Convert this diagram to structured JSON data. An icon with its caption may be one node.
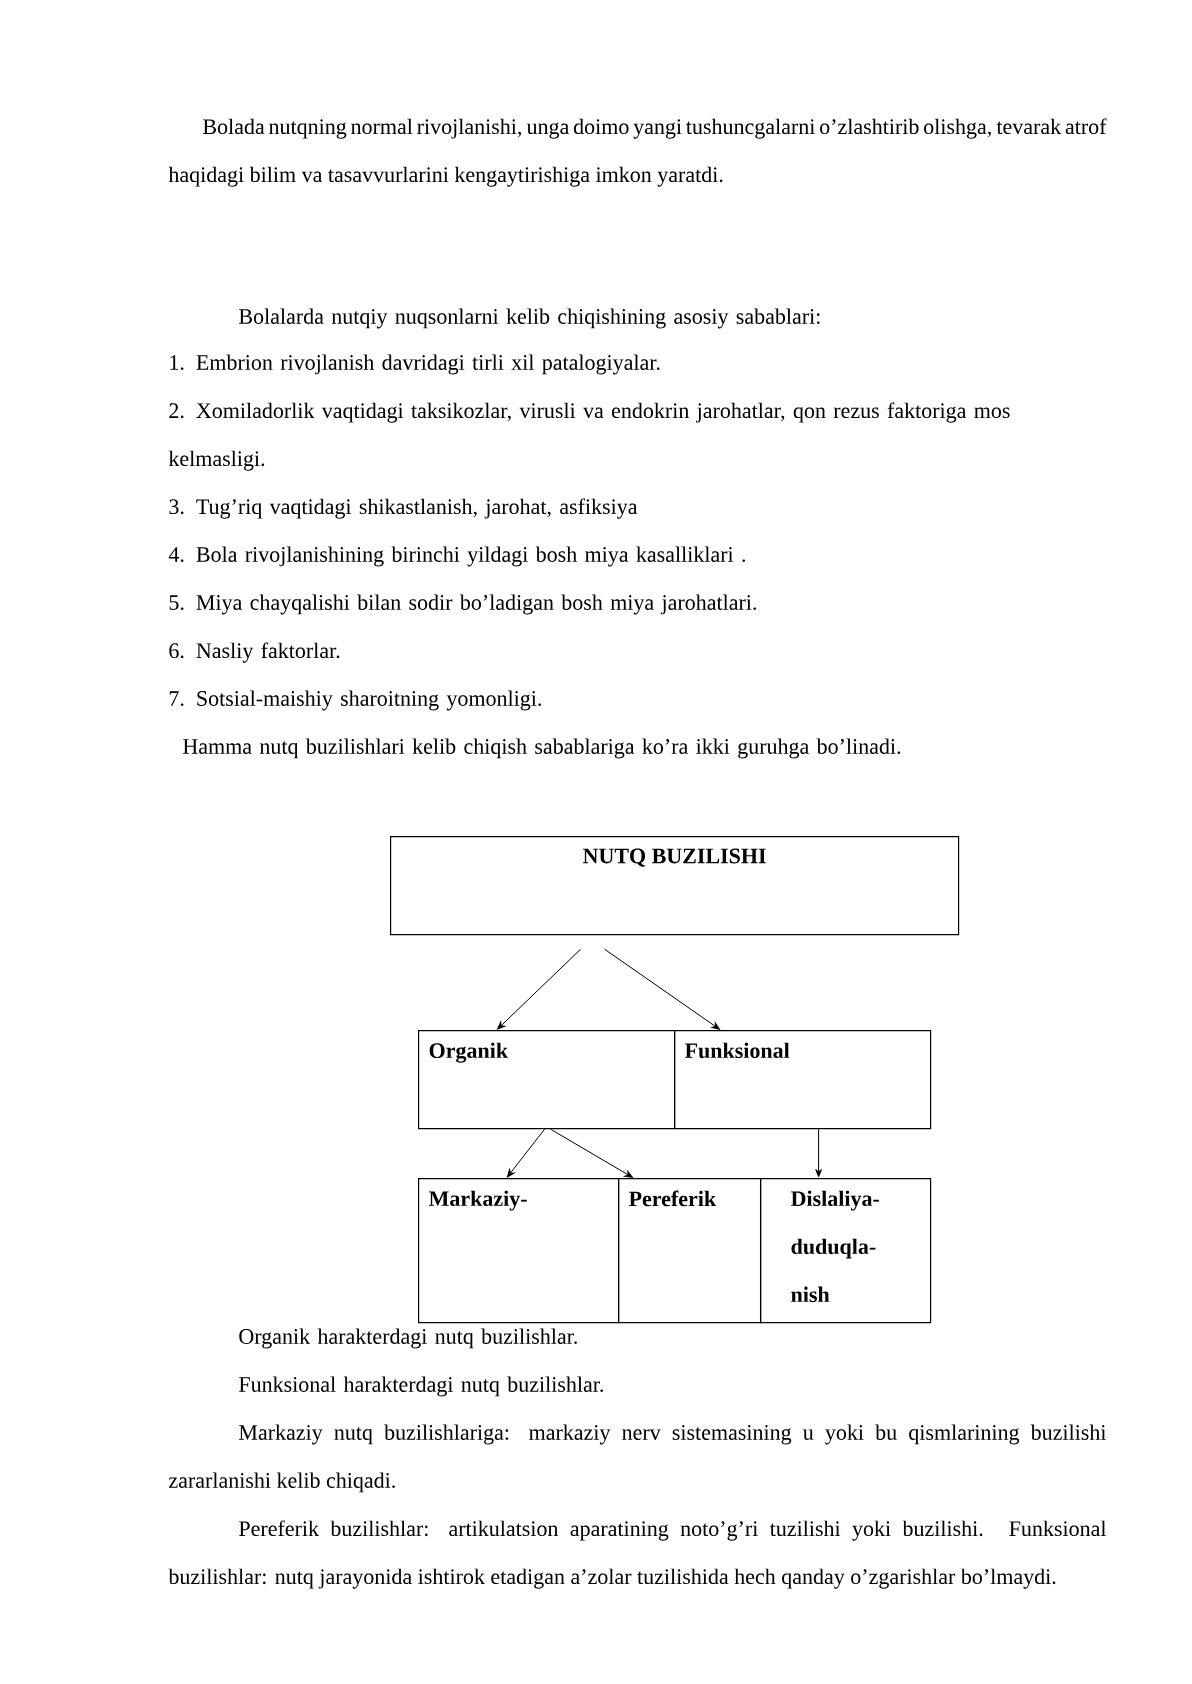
{
  "diagram": {
    "nodes": [
      {
        "text": [
          "NUTQ BUZILISHI"
        ]
      },
      {
        "text": [
          "Organik"
        ]
      },
      {
        "text": [
          "Funksional"
        ]
      },
      {
        "text": [
          "Markaziy-"
        ]
      },
      {
        "text": [
          "Pereferik"
        ]
      },
      {
        "text": [
          "Dislaliya- duduqla- nish"
        ]
      }
    ],
    "edges": [
      {
        "from": 0,
        "to": 1,
        "arrow": "to"
      },
      {
        "from": 0,
        "to": 2,
        "arrow": "to"
      },
      {
        "from": 1,
        "to": 3,
        "arrow": "to"
      },
      {
        "from": 1,
        "to": 4,
        "arrow": "to"
      },
      {
        "from": 2,
        "to": 5,
        "arrow": "to"
      }
    ],
    "labels": [
      "Bolada nutqning normal rivojlanishi, unga doimo yangi tushuncgalarni o’zlashtirib olishga, tevarak atrof haqidagi bilim va tasavvurlarini kengaytirishiga imkon yaratdi.",
      "Bolalarda nutqiy nuqsonlarni kelib chiqishining asosiy sabablari:",
      "1. Embrion rivojlanish davridagi tirli xil patalogiyalar.",
      "2. Xomiladorlik vaqtidagi taksikozlar, virusli va endokrin jarohatlar, qon rezus faktoriga mos kelmasligi.",
      "3. Tug’riq vaqtidagi shikastlanish, jarohat, asfiksiya",
      "4. Bola rivojlanishining birinchi yildagi bosh miya kasalliklari .",
      "5. Miya chayqalishi bilan sodir bo’ladigan bosh miya jarohatlari.",
      "6. Nasliy faktorlar.",
      "7. Sotsial-maishiy sharoitning yomonligi.",
      "Hamma nutq buzilishlari kelib chiqish sabablariga ko’ra ikki guruhga bo’linadi.",
      "Organik harakterdagi nutq buzilishlar.",
      "Funksional harakterdagi nutq buzilishlar.",
      "Markaziy nutq buzilishlariga: markaziy nerv sistemasining u yoki bu qismlarining buzilishi zararlanishi kelib chiqadi.",
      "Pereferik buzilishlar: artikulatsion aparatining noto’g’ri tuzilishi yoki buzilishi. Funksional buzilishlar: nutq jarayonida ishtirok etadigan a’zolar tuzilishida hech qanday o’zgarishlar bo’lmaydi."
    ]
  }
}
